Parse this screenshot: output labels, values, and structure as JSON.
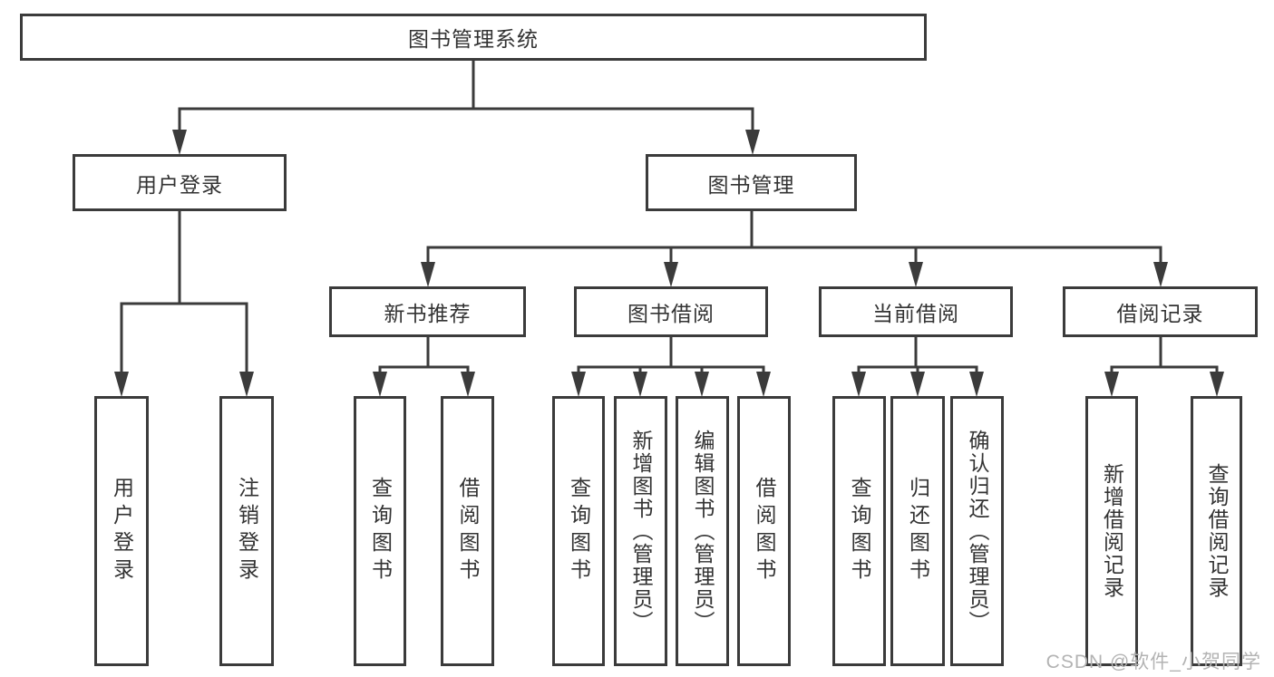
{
  "diagram": {
    "type": "hierarchy-tree",
    "root": "图书管理系统",
    "level2": {
      "user_login": "用户登录",
      "book_management": "图书管理"
    },
    "level3": {
      "new_book_recommend": "新书推荐",
      "book_borrowing": "图书借阅",
      "current_borrowing": "当前借阅",
      "borrowing_records": "借阅记录"
    },
    "leaves": {
      "user_login": "用户登录",
      "logout": "注销登录",
      "recommend_query_books": "查询图书",
      "recommend_borrow_books": "借阅图书",
      "borrowing_query_books": "查询图书",
      "borrowing_add_books_admin": "新增图书（管理员）",
      "borrowing_edit_books_admin": "编辑图书（管理员）",
      "borrowing_borrow_books": "借阅图书",
      "current_query_books": "查询图书",
      "current_return_books": "归还图书",
      "current_confirm_return_admin": "确认归还（管理员）",
      "records_add_record": "新增借阅记录",
      "records_query_record": "查询借阅记录"
    }
  },
  "watermark": "CSDN @软件_小贺同学",
  "colors": {
    "line": "#3b3b3b",
    "text": "#333333",
    "watermark": "#b3b3b3",
    "background": "#ffffff"
  }
}
